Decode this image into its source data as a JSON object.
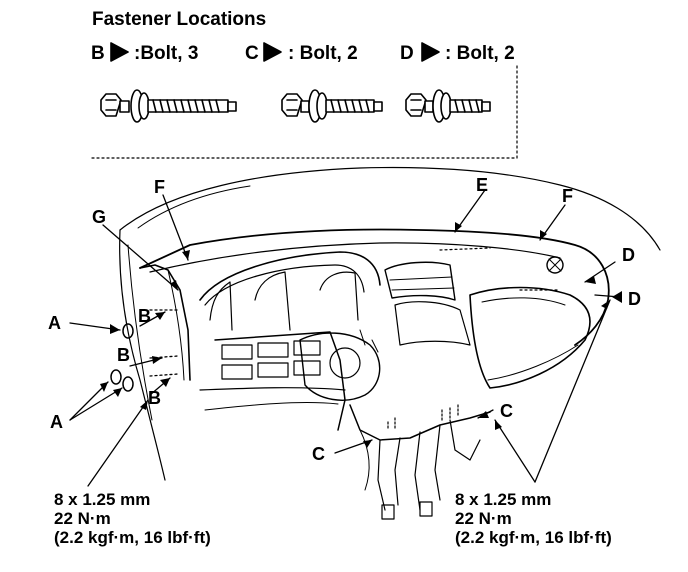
{
  "header": {
    "title": "Fastener Locations"
  },
  "fasteners": [
    {
      "letter": "B",
      "label": ":Bolt, 3"
    },
    {
      "letter": "C",
      "label": ": Bolt, 2"
    },
    {
      "letter": "D",
      "label": ": Bolt, 2"
    }
  ],
  "callouts": {
    "A": "A",
    "B": "B",
    "C": "C",
    "D": "D",
    "E": "E",
    "F": "F",
    "G": "G"
  },
  "torque_left": {
    "size": "8 x 1.25 mm",
    "torque": "22 N·m",
    "alt": "(2.2 kgf·m, 16 lbf·ft)"
  },
  "torque_right": {
    "size": "8 x 1.25 mm",
    "torque": "22 N·m",
    "alt": "(2.2 kgf·m, 16 lbf·ft)"
  },
  "colors": {
    "ink": "#000000",
    "paper": "#ffffff"
  }
}
